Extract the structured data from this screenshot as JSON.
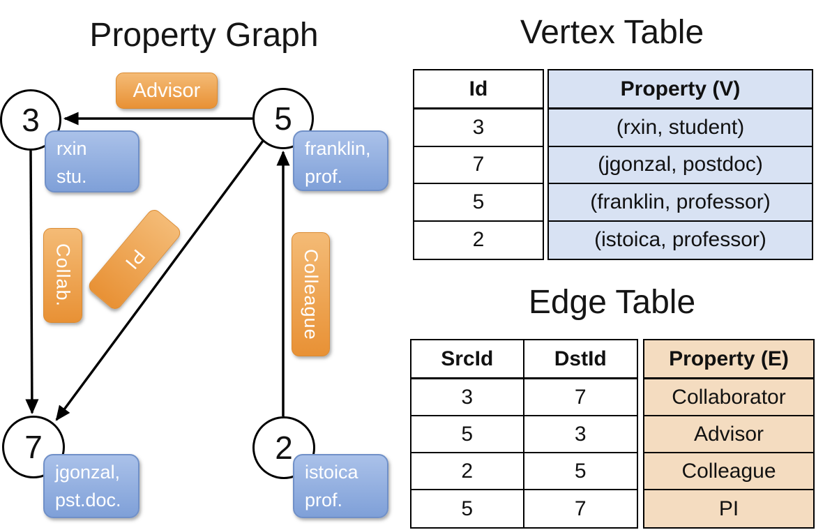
{
  "graph": {
    "title": "Property Graph",
    "nodes": {
      "n3": {
        "id": "3",
        "box_line1": "rxin",
        "box_line2": "stu."
      },
      "n5": {
        "id": "5",
        "box_line1": "franklin,",
        "box_line2": "prof."
      },
      "n7": {
        "id": "7",
        "box_line1": "jgonzal,",
        "box_line2": "pst.doc."
      },
      "n2": {
        "id": "2",
        "box_line1": "istoica",
        "box_line2": "prof."
      }
    },
    "edges": {
      "advisor": {
        "label": "Advisor",
        "from": "5",
        "to": "3"
      },
      "collab": {
        "label": "Collab.",
        "from": "3",
        "to": "7"
      },
      "pi": {
        "label": "PI",
        "from": "5",
        "to": "7"
      },
      "colleague": {
        "label": "Colleague",
        "from": "2",
        "to": "5"
      }
    }
  },
  "vertex_table": {
    "title": "Vertex Table",
    "columns": {
      "id": "Id",
      "property": "Property (V)"
    },
    "rows": [
      {
        "id": "3",
        "property": "(rxin, student)"
      },
      {
        "id": "7",
        "property": "(jgonzal, postdoc)"
      },
      {
        "id": "5",
        "property": "(franklin, professor)"
      },
      {
        "id": "2",
        "property": "(istoica, professor)"
      }
    ]
  },
  "edge_table": {
    "title": "Edge Table",
    "columns": {
      "src": "SrcId",
      "dst": "DstId",
      "property": "Property (E)"
    },
    "rows": [
      {
        "src": "3",
        "dst": "7",
        "property": "Collaborator"
      },
      {
        "src": "5",
        "dst": "3",
        "property": "Advisor"
      },
      {
        "src": "2",
        "dst": "5",
        "property": "Colleague"
      },
      {
        "src": "5",
        "dst": "7",
        "property": "PI"
      }
    ]
  },
  "colors": {
    "edge_label_orange_top": "#F4BB76",
    "edge_label_orange_bottom": "#E89135",
    "vertex_box_blue_top": "#AAC1E9",
    "vertex_box_blue_bottom": "#7FA0D8",
    "vertex_table_cell_bg": "#D8E2F3",
    "edge_table_cell_bg": "#F4DCC0",
    "line_color": "#000000"
  }
}
